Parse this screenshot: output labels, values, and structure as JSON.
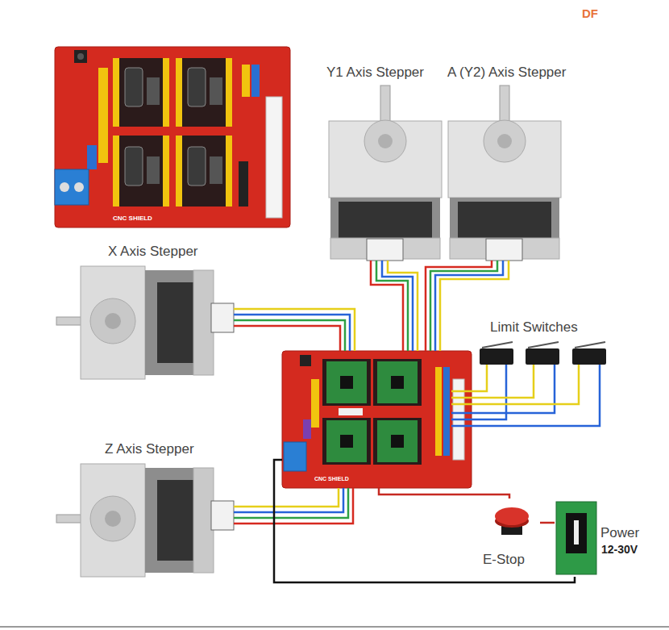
{
  "diagram": {
    "nodes": [
      {
        "text": [
          "CNC SHIELD"
        ]
      },
      {
        "text": [
          "Y1 Axis Stepper"
        ]
      },
      {
        "text": [
          "A (Y2) Axis Stepper"
        ]
      },
      {
        "text": [
          "X Axis Stepper"
        ]
      },
      {
        "text": [
          "CNC SHIELD"
        ]
      },
      {
        "text": [
          "Z Axis Stepper"
        ]
      },
      {
        "text": [
          "E-Stop"
        ]
      },
      {
        "text": [
          "Power",
          "12-30V"
        ]
      }
    ],
    "edges": [
      {
        "from": 1,
        "to": 4,
        "arrow": "none"
      },
      {
        "from": 2,
        "to": 4,
        "arrow": "none"
      },
      {
        "from": 3,
        "to": 4,
        "arrow": "none"
      },
      {
        "from": 5,
        "to": 4,
        "arrow": "none"
      },
      {
        "from": 4,
        "to": 6,
        "arrow": "none"
      },
      {
        "from": 6,
        "to": 7,
        "arrow": "none"
      },
      {
        "from": 7,
        "to": 4,
        "arrow": "none"
      }
    ],
    "labels": [
      "DF",
      "Limit Switches"
    ]
  }
}
